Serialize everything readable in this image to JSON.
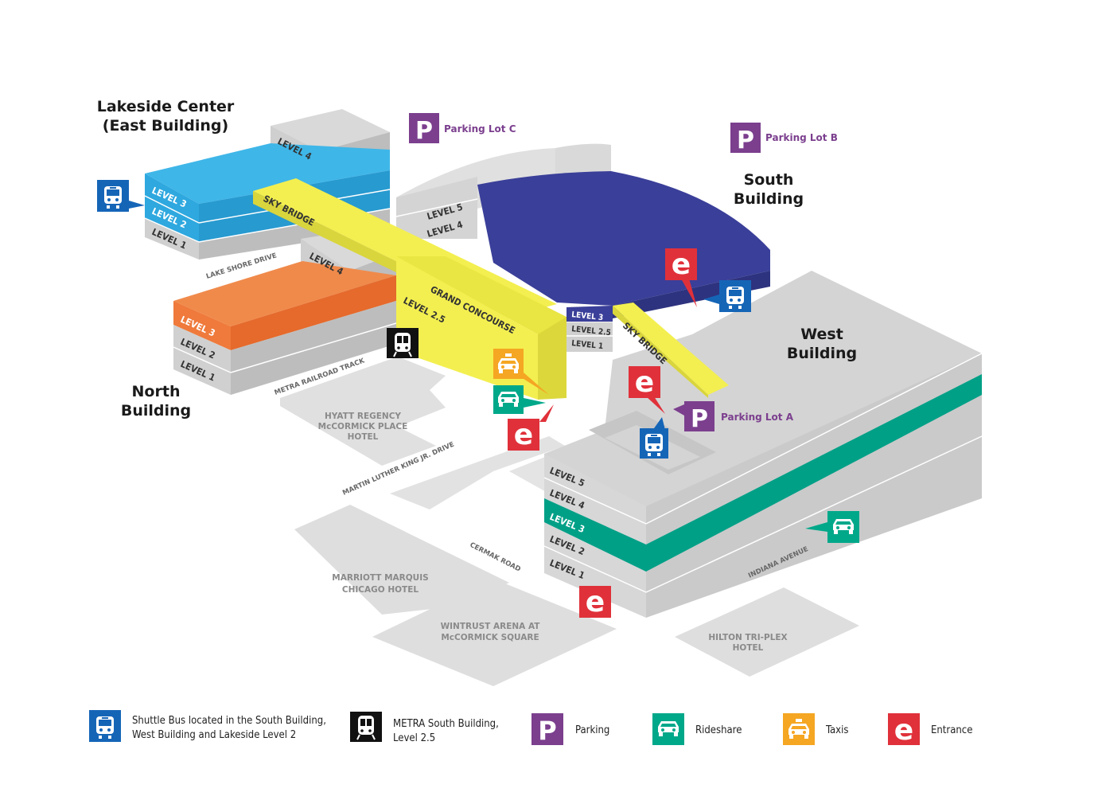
{
  "colors": {
    "shuttle": "#1565b7",
    "metra": "#111111",
    "parking": "#7b3f8e",
    "rideshare": "#00a88a",
    "taxi": "#f5a623",
    "entrance": "#e0313a",
    "lakeside": "#2eaee3",
    "north": "#ef7a3b",
    "south": "#3a3f99",
    "concourse": "#f2ee4a",
    "west_band": "#00a087",
    "building_gray": "#d7d7d7",
    "hotel_gray": "#dedede"
  },
  "buildings": {
    "lakeside": {
      "line1": "Lakeside Center",
      "line2": "(East Building)"
    },
    "north": {
      "line1": "North",
      "line2": "Building"
    },
    "south": {
      "line1": "South",
      "line2": "Building"
    },
    "west": {
      "line1": "West",
      "line2": "Building"
    }
  },
  "levels": {
    "lakeside": [
      "LEVEL 4",
      "LEVEL 3",
      "LEVEL 2",
      "LEVEL 1"
    ],
    "north": [
      "LEVEL 4",
      "LEVEL 3",
      "LEVEL 2",
      "LEVEL 1"
    ],
    "south": [
      "LEVEL 5",
      "LEVEL 4",
      "LEVEL 3",
      "LEVEL 2.5",
      "LEVEL 1"
    ],
    "west": [
      "LEVEL 5",
      "LEVEL 4",
      "LEVEL 3",
      "LEVEL 2",
      "LEVEL 1"
    ],
    "concourse": "LEVEL 2.5"
  },
  "structures": {
    "sky_bridge_1": "SKY BRIDGE",
    "sky_bridge_2": "SKY BRIDGE",
    "grand_concourse": "GRAND CONCOURSE"
  },
  "roads": {
    "lake_shore": "LAKE SHORE DRIVE",
    "metra": "METRA RAILROAD TRACK",
    "mlk": "MARTIN LUTHER KING JR. DRIVE",
    "cermak": "CERMAK ROAD",
    "indiana": "INDIANA AVENUE"
  },
  "hotels": {
    "hyatt": [
      "HYATT REGENCY",
      "McCORMICK PLACE",
      "HOTEL"
    ],
    "marriott": [
      "MARRIOTT MARQUIS",
      "CHICAGO HOTEL"
    ],
    "wintrust": [
      "WINTRUST ARENA AT",
      "McCORMICK SQUARE"
    ],
    "hilton": [
      "HILTON TRI-PLEX",
      "HOTEL"
    ]
  },
  "parking_lots": {
    "lot_c": "Parking Lot C",
    "lot_b": "Parking Lot B",
    "lot_a": "Parking Lot A"
  },
  "icons": {
    "parking_letter": "P",
    "entrance_letter": "e"
  },
  "legend": {
    "shuttle": {
      "icon": "shuttle-bus-icon",
      "line1": "Shuttle Bus located in the South Building,",
      "line2": "West Building and Lakeside Level 2"
    },
    "metra": {
      "icon": "metra-train-icon",
      "line1": "METRA South Building,",
      "line2": "Level 2.5"
    },
    "parking": {
      "icon": "parking-icon",
      "label": "Parking"
    },
    "rideshare": {
      "icon": "rideshare-car-icon",
      "label": "Rideshare"
    },
    "taxi": {
      "icon": "taxi-icon",
      "label": "Taxis"
    },
    "entrance": {
      "icon": "entrance-icon",
      "label": "Entrance"
    }
  }
}
